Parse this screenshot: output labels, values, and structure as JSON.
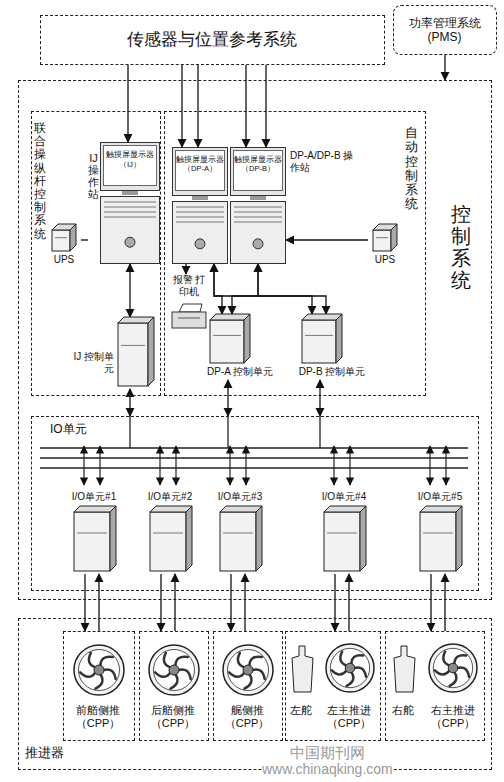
{
  "diagram": {
    "nodes": [
      {
        "text": [
          "传感器与位置参考系统"
        ]
      },
      {
        "text": [
          "功率管理系统 (PMS)"
        ]
      },
      {
        "text": [
          "控制系统"
        ]
      },
      {
        "text": [
          "联合操纵杆控制系统"
        ],
        "in": 2
      },
      {
        "text": [
          "IJ操作站",
          "触摸屏显示器 （IJ）"
        ],
        "in": 3
      },
      {
        "text": [
          "UPS"
        ],
        "in": 3
      },
      {
        "text": [
          "IJ 控制单元"
        ],
        "in": 3
      },
      {
        "text": [
          "自动控制系统"
        ],
        "in": 2
      },
      {
        "text": [
          "触摸屏显示器 （DP-A）"
        ],
        "in": 7
      },
      {
        "text": [
          "触摸屏显示器 （DP-B）"
        ],
        "in": 7
      },
      {
        "text": [
          "UPS"
        ],
        "in": 7
      },
      {
        "text": [
          "报警 打印机"
        ],
        "in": 7
      },
      {
        "text": [
          "DP-A 控制单元"
        ],
        "in": 7
      },
      {
        "text": [
          "DP-B 控制单元"
        ],
        "in": 7
      },
      {
        "text": [
          "IO单元"
        ],
        "in": 2
      },
      {
        "text": [
          "I/O单元#1"
        ],
        "in": 14
      },
      {
        "text": [
          "I/O单元#2"
        ],
        "in": 14
      },
      {
        "text": [
          "I/O单元#3"
        ],
        "in": 14
      },
      {
        "text": [
          "I/O单元#4"
        ],
        "in": 14
      },
      {
        "text": [
          "I/O单元#5"
        ],
        "in": 14
      },
      {
        "text": [
          "推进器"
        ]
      },
      {
        "text": [
          "前艏侧推 （CPP）"
        ],
        "in": 20
      },
      {
        "text": [
          "后艏侧推 （CPP）"
        ],
        "in": 20
      },
      {
        "text": [
          "艉侧推 （CPP）"
        ],
        "in": 20
      },
      {
        "text": [
          "左舵",
          "左主推进 （CPP）"
        ],
        "in": 20
      },
      {
        "text": [
          "右舵",
          "右主推进 （CPP）"
        ],
        "in": 20
      }
    ],
    "edges": [
      {
        "from": 0,
        "to": 4,
        "arrow": "to"
      },
      {
        "from": 0,
        "to": 8,
        "arrow": "to"
      },
      {
        "from": 0,
        "to": 8,
        "arrow": "to"
      },
      {
        "from": 0,
        "to": 9,
        "arrow": "to"
      },
      {
        "from": 0,
        "to": 9,
        "arrow": "to"
      },
      {
        "from": 1,
        "to": 2,
        "arrow": "to"
      },
      {
        "from": 5,
        "to": 4,
        "arrow": "none"
      },
      {
        "from": 4,
        "to": 6,
        "arrow": "both"
      },
      {
        "from": 10,
        "to": 9,
        "arrow": "to"
      },
      {
        "from": 8,
        "to": 11,
        "arrow": "to"
      },
      {
        "from": 8,
        "to": 12,
        "arrow": "both"
      },
      {
        "from": 8,
        "to": 13,
        "arrow": "both"
      },
      {
        "from": 9,
        "to": 12,
        "arrow": "both"
      },
      {
        "from": 9,
        "to": 13,
        "arrow": "both"
      },
      {
        "from": 6,
        "to": 14,
        "arrow": "both"
      },
      {
        "from": 12,
        "to": 14,
        "arrow": "both"
      },
      {
        "from": 13,
        "to": 14,
        "arrow": "both"
      },
      {
        "from": 15,
        "to": 21,
        "arrow": "to"
      },
      {
        "from": 21,
        "to": 15,
        "arrow": "to"
      },
      {
        "from": 16,
        "to": 22,
        "arrow": "to"
      },
      {
        "from": 22,
        "to": 16,
        "arrow": "to"
      },
      {
        "from": 17,
        "to": 23,
        "arrow": "to"
      },
      {
        "from": 23,
        "to": 17,
        "arrow": "to"
      },
      {
        "from": 18,
        "to": 24,
        "arrow": "to"
      },
      {
        "from": 24,
        "to": 18,
        "arrow": "to"
      },
      {
        "from": 19,
        "to": 25,
        "arrow": "to"
      },
      {
        "from": 25,
        "to": 19,
        "arrow": "to"
      }
    ],
    "labels": [
      "DP-A/DP-B 操作站",
      "中国期刊网",
      "www.chinaqking.com"
    ]
  }
}
